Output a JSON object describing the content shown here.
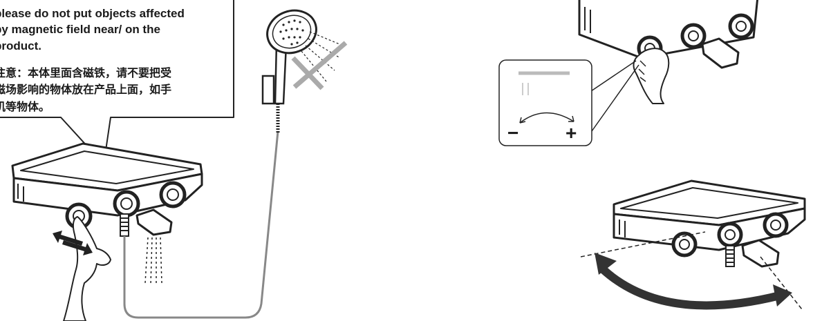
{
  "notice": {
    "english_lines": [
      "please do not put objects affected",
      "by magnetic field near/ on the",
      "product."
    ],
    "chinese_lines": [
      "注意：本体里面含磁铁，请不要把受",
      "磁场影响的物体放在产品上面，如手",
      "机等物体。"
    ]
  },
  "inset": {
    "minus_symbol": "−",
    "plus_symbol": "+"
  },
  "icons": [
    "hand-pointer-icon",
    "shower-head-icon",
    "push-arrows-icon",
    "rotate-arrow-icon"
  ]
}
